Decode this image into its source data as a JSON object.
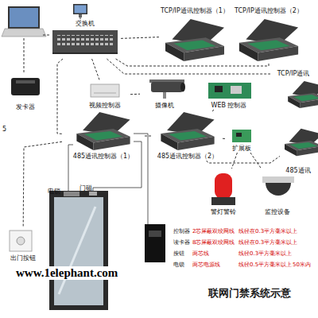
{
  "diagram": {
    "title": "联网门禁系统示意",
    "nodes": [
      {
        "text": [
          "TCP/IP通讯控制器（1）"
        ]
      },
      {
        "text": [
          "TCP/IP通讯控制器（2）"
        ]
      },
      {
        "text": [
          "交换机"
        ]
      },
      {
        "text": [
          "TCP/IP通讯"
        ]
      },
      {
        "text": [
          "发卡器"
        ]
      },
      {
        "text": [
          "视频控制器"
        ]
      },
      {
        "text": [
          "摄像机"
        ]
      },
      {
        "text": [
          "WEB 控制器"
        ]
      },
      {
        "text": [
          "485通讯控制器（1）"
        ]
      },
      {
        "text": [
          "485通讯控制器（2）"
        ]
      },
      {
        "text": [
          "485通讯"
        ]
      },
      {
        "text": [
          "扩展板"
        ]
      },
      {
        "text": [
          "警灯警铃"
        ]
      },
      {
        "text": [
          "监控设备"
        ]
      },
      {
        "text": [
          "出门按钮"
        ]
      }
    ],
    "edges": [
      {
        "from": 2,
        "to": 0,
        "arrow": "none"
      },
      {
        "from": 2,
        "to": 1,
        "arrow": "none"
      },
      {
        "from": 2,
        "to": 3,
        "arrow": "none"
      },
      {
        "from": 2,
        "to": 5,
        "arrow": "none"
      },
      {
        "from": 5,
        "to": 6,
        "arrow": "none"
      },
      {
        "from": 7,
        "to": 9,
        "arrow": "none"
      },
      {
        "from": 2,
        "to": 8,
        "arrow": "none"
      },
      {
        "from": 8,
        "to": 9,
        "arrow": "none"
      },
      {
        "from": 9,
        "to": 11,
        "arrow": "none"
      },
      {
        "from": 11,
        "to": 12,
        "arrow": "none"
      },
      {
        "from": 11,
        "to": 13,
        "arrow": "none"
      },
      {
        "from": 9,
        "to": 10,
        "arrow": "none"
      },
      {
        "from": 8,
        "to": 14,
        "arrow": "none"
      }
    ],
    "labels": [
      "5",
      "门磁",
      "电锁",
      "控制器",
      "2芯屏蔽双绞网线",
      "线径在0.3平方毫米以上",
      "读卡器",
      "8芯屏蔽双绞网线",
      "线径在0.3平方毫米以上",
      "按钮",
      "两芯线",
      "线径0.3平方毫米以上",
      "电锁",
      "两芯电源线",
      "线径0.5平方毫米以上",
      "50米内",
      "www.1elephant.com"
    ]
  }
}
